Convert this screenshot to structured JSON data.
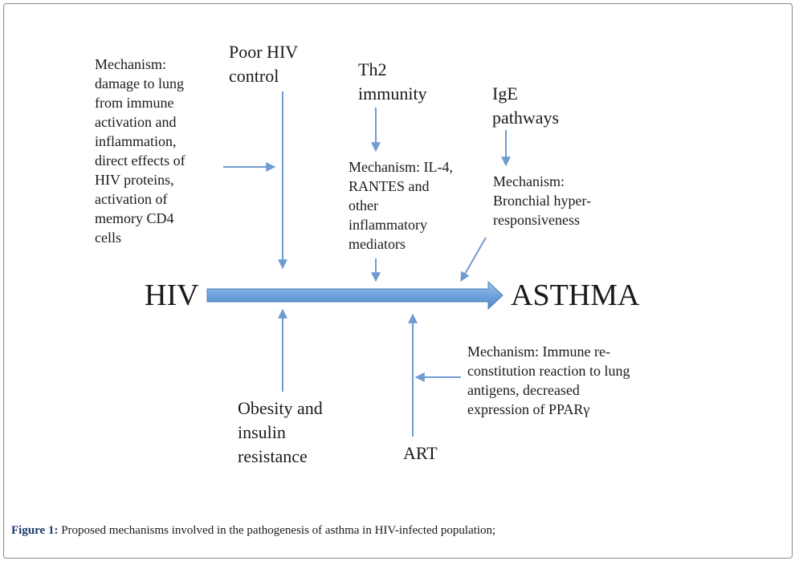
{
  "nodes": {
    "hiv": "HIV",
    "asthma": "ASTHMA",
    "poor_hiv_control": "Poor HIV\ncontrol",
    "th2_immunity": "Th2\nimmunity",
    "ige_pathways": "IgE\npathways",
    "obesity": "Obesity and\ninsulin\nresistance",
    "art": "ART"
  },
  "mechanisms": {
    "poor_hiv_control": "Mechanism:\ndamage to lung\nfrom immune\nactivation and\ninflammation,\ndirect effects of\nHIV proteins,\nactivation of\nmemory CD4\ncells",
    "th2_immunity": "Mechanism: IL-4,\nRANTES and\nother\ninflammatory\nmediators",
    "ige_pathways": "Mechanism:\nBronchial hyper-\nresponsiveness",
    "art": "Mechanism: Immune re-\nconstitution reaction to lung\nantigens, decreased\nexpression of PPARγ"
  },
  "caption": {
    "label": "Figure 1:",
    "text": " Proposed mechanisms involved in the pathogenesis of asthma in HIV-infected population;"
  },
  "colors": {
    "arrow": "#6f9bd0",
    "main_arrow_fill": "#6fa3dc",
    "caption_label": "#1a3c6e"
  }
}
